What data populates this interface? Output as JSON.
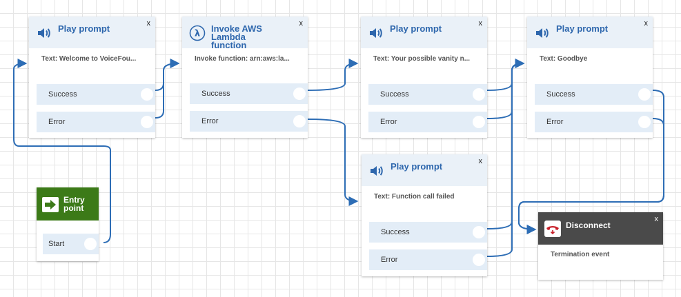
{
  "blocks": {
    "play1": {
      "title": "Play prompt",
      "param": "Text: Welcome to VoiceFou...",
      "close": "x",
      "branches": [
        "Success",
        "Error"
      ]
    },
    "lambda": {
      "title_line1": "Invoke AWS Lambda",
      "title_line2": "function",
      "param": "Invoke function: arn:aws:la...",
      "close": "x",
      "branches": [
        "Success",
        "Error"
      ]
    },
    "play2": {
      "title": "Play prompt",
      "param": "Text: Your possible vanity n...",
      "close": "x",
      "branches": [
        "Success",
        "Error"
      ]
    },
    "play3": {
      "title": "Play prompt",
      "param": "Text: Goodbye",
      "close": "x",
      "branches": [
        "Success",
        "Error"
      ]
    },
    "play4": {
      "title": "Play prompt",
      "param": "Text: Function call failed",
      "close": "x",
      "branches": [
        "Success",
        "Error"
      ]
    },
    "entry": {
      "title_line1": "Entry",
      "title_line2": "point",
      "branch": "Start"
    },
    "disconnect": {
      "title": "Disconnect",
      "close": "x",
      "param": "Termination event"
    }
  },
  "colors": {
    "wire": "#2d6db5",
    "header_bg": "#eaf1f8",
    "title_blue": "#2e67ad",
    "entry_green": "#3c7a18",
    "disconnect_header": "#4a4a4a",
    "phone_red": "#c8202a"
  }
}
